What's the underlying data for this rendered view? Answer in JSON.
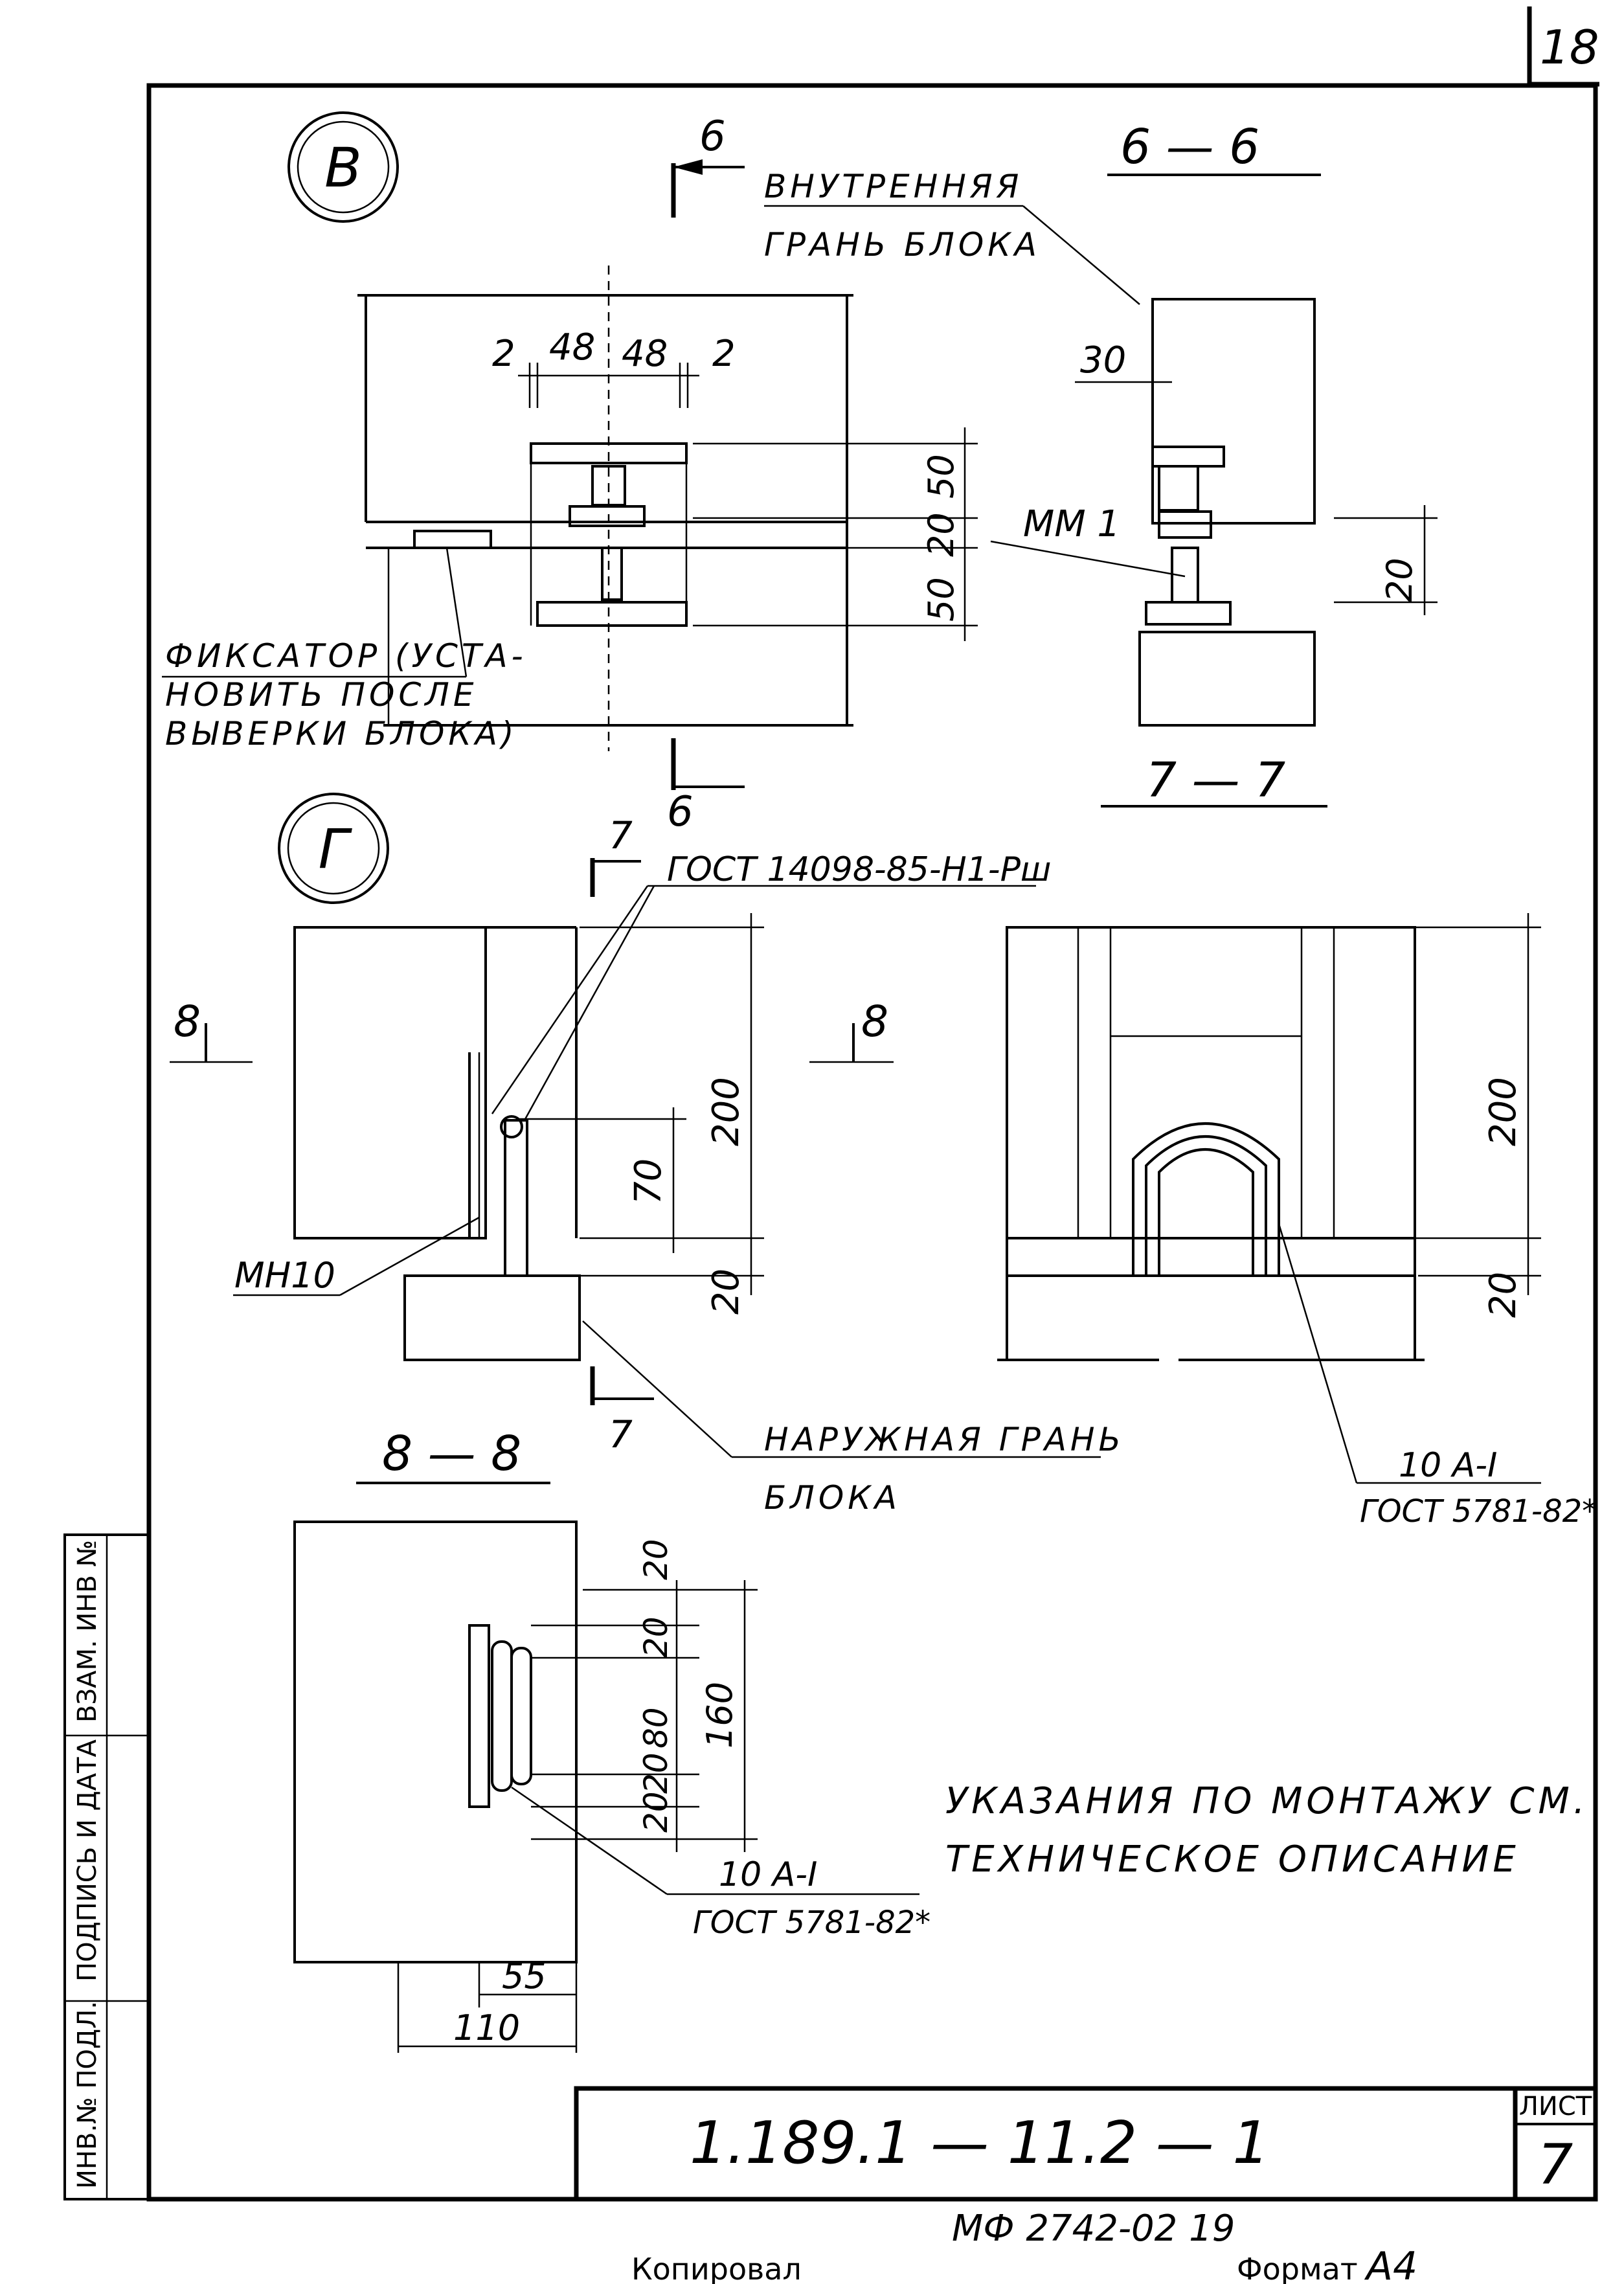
{
  "sheet_number": "18",
  "views": {
    "v": {
      "circle_label": "В",
      "section_mark_top": "6",
      "section_mark_bottom": "6"
    },
    "g": {
      "circle_label": "Г",
      "section_mark_top": "7",
      "section_mark_bottom": "7",
      "section_mark_left": "8",
      "section_mark_right": "8"
    }
  },
  "section_titles": {
    "s66": "6 — 6",
    "s77": "7 — 7",
    "s88": "8 — 8"
  },
  "callouts": {
    "inner_face": [
      "ВНУТРЕННЯЯ",
      "ГРАНЬ БЛОКА"
    ],
    "fixator": [
      "ФИКСАТОР (УСТА-",
      "НОВИТЬ ПОСЛЕ",
      "ВЫВЕРКИ БЛОКА)"
    ],
    "gost_bolt": "ГОСТ 14098-85-Н1-Рш",
    "mm1": "ММ 1",
    "mn10": "МН10",
    "outer_face": [
      "НАРУЖНАЯ ГРАНЬ",
      "БЛОКА"
    ],
    "rebar_right": [
      "10 А-I",
      "ГОСТ 5781-82*"
    ],
    "rebar_bottom": [
      "10 А-I",
      "ГОСТ 5781-82*"
    ]
  },
  "dimensions": {
    "v_top": [
      "2",
      "48",
      "48",
      "2"
    ],
    "v_right": [
      "50",
      "20",
      "50"
    ],
    "s66_left": "30",
    "s66_right": "20",
    "g_200": "200",
    "g_70": "70",
    "g_20": "20",
    "g2_200": "200",
    "g2_20": "20",
    "s88_right": [
      "20",
      "20",
      "80",
      "20",
      "20"
    ],
    "s88_total": "160",
    "s88_55": "55",
    "s88_110": "110"
  },
  "note": [
    "УКАЗАНИЯ ПО МОНТАЖУ СМ.",
    "ТЕХНИЧЕСКОЕ ОПИСАНИЕ"
  ],
  "stamp": {
    "side_labels": [
      "ИНВ.№ ПОДЛ.",
      "ПОДПИСЬ И ДАТА",
      "ВЗАМ. ИНВ №"
    ],
    "doc_code": "1.189.1 — 11.2 — 1",
    "sheet_label": "ЛИСТ",
    "sheet_value": "7"
  },
  "footer": {
    "code": "МФ 2742-02  19",
    "copied": "Копировал",
    "format_label": "Формат",
    "format_value": "А4"
  }
}
